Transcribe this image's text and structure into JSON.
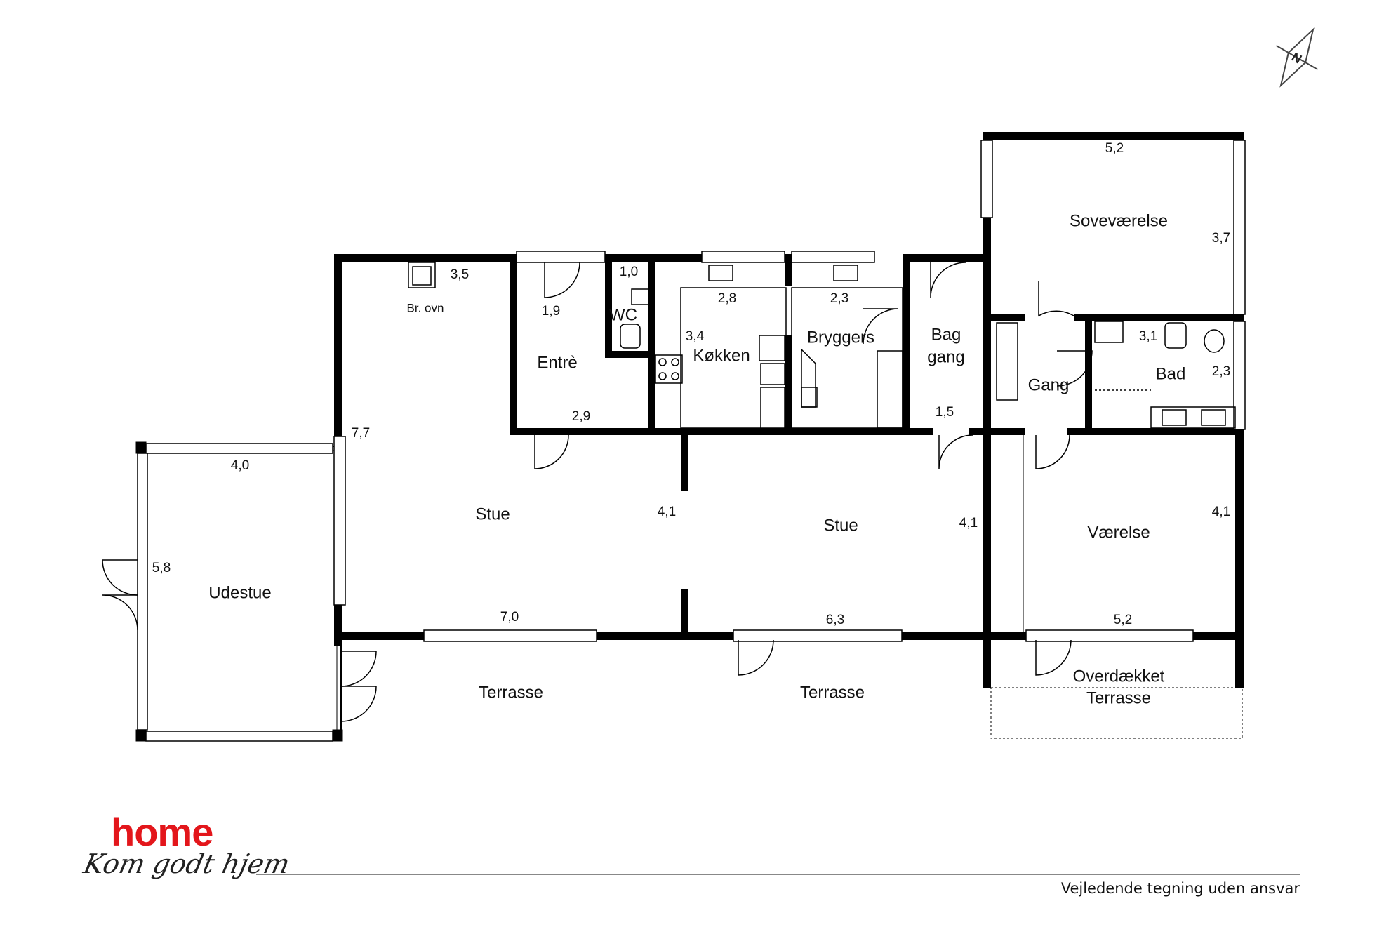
{
  "compass": {
    "label": "N",
    "icon": "north-arrow-icon"
  },
  "rooms": {
    "udestue": "Udestue",
    "stue_left": "Stue",
    "stue_middle": "Stue",
    "entre": "Entrè",
    "wc": "WC",
    "kokken": "Køkken",
    "bryggers": "Bryggers",
    "baggang_line1": "Bag",
    "baggang_line2": "gang",
    "gang": "Gang",
    "bad": "Bad",
    "sovevaerelse": "Soveværelse",
    "vaerelse": "Værelse",
    "terrasse_left": "Terrasse",
    "terrasse_middle": "Terrasse",
    "overdaekket_line1": "Overdækket",
    "overdaekket_line2": "Terrasse"
  },
  "fixtures": {
    "fireplace": "Br. ovn"
  },
  "dimensions": {
    "fireplace_wall": "3,5",
    "entre_side": "1,9",
    "wc_top": "1,0",
    "kokken_top": "2,8",
    "bryggers_top": "2,3",
    "kokken_side": "3,4",
    "entre_bottom": "2,9",
    "baggang_bottom": "1,5",
    "stue_left_side": "7,7",
    "udestue_top": "4,0",
    "udestue_side": "5,8",
    "stue_left_right": "4,1",
    "stue_middle_right": "4,1",
    "vaerelse_right": "4,1",
    "stue_left_bottom": "7,0",
    "stue_middle_bottom": "6,3",
    "vaerelse_bottom": "5,2",
    "sove_top": "5,2",
    "sove_right": "3,7",
    "bad_top": "3,1",
    "bad_right": "2,3"
  },
  "brand": {
    "name": "home",
    "tagline": "Kom godt hjem",
    "color": "#e3161b"
  },
  "footer": {
    "disclaimer": "Vejledende tegning uden ansvar"
  }
}
